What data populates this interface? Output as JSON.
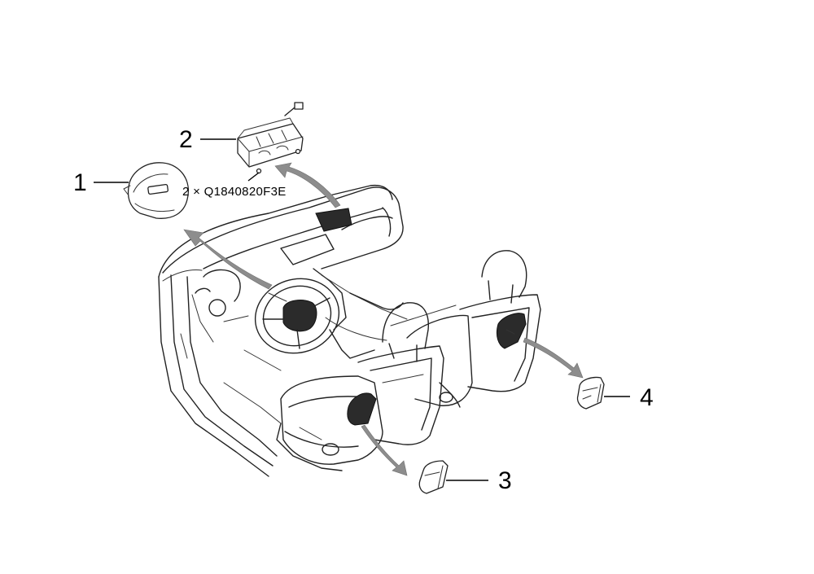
{
  "diagram": {
    "callouts": [
      {
        "id": "1",
        "label": "1"
      },
      {
        "id": "2",
        "label": "2"
      },
      {
        "id": "3",
        "label": "3"
      },
      {
        "id": "4",
        "label": "4"
      }
    ],
    "fastener_note": "2 × Q1840820F3E",
    "colors": {
      "line": "#222222",
      "airbag_fill": "#2b2b2b",
      "arrow": "#8d8d8d",
      "background": "#ffffff"
    }
  }
}
